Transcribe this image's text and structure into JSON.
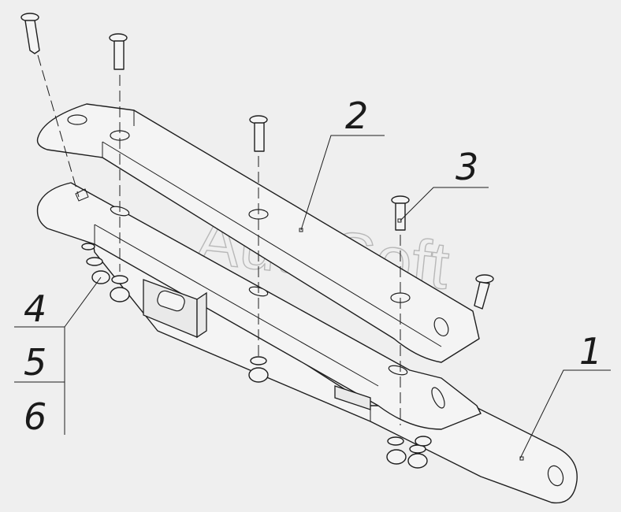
{
  "watermark": "AutoSoft",
  "callouts": {
    "part_1": "1",
    "part_2": "2",
    "part_3": "3",
    "part_4": "4",
    "part_5": "5",
    "part_6": "6"
  },
  "colors": {
    "background": "#efefef",
    "line": "#1e1e1e",
    "watermark": "#b8b8b8"
  }
}
